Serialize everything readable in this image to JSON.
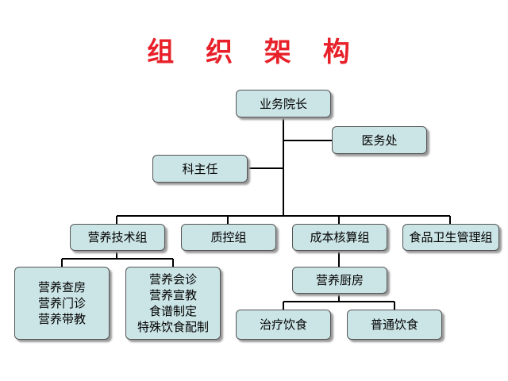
{
  "title": "组 织 架 构",
  "colors": {
    "title": "#e8202a",
    "box_fill": "#cbe4e6",
    "line": "#000000"
  },
  "nodes": {
    "vp": "业务院长",
    "medical_office": "医务处",
    "director": "科主任",
    "nutrition_tech": "营养技术组",
    "quality": "质控组",
    "cost_accounting": "成本核算组",
    "food_hygiene": "食品卫生管理组",
    "rounds_group": [
      "营养查房",
      "营养门诊",
      "营养带教"
    ],
    "consult_group": [
      "营养会诊",
      "营养宣教",
      "食谱制定",
      "特殊饮食配制"
    ],
    "kitchen": "营养厨房",
    "therapeutic_diet": "治疗饮食",
    "regular_diet": "普通饮食"
  }
}
